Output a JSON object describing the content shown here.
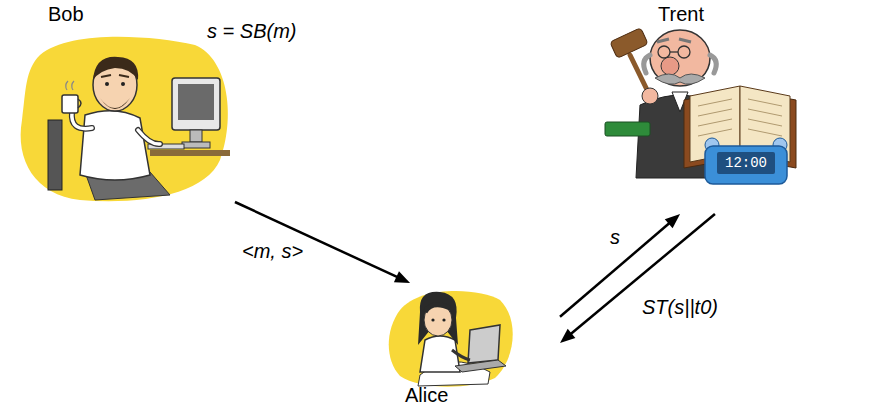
{
  "diagram": {
    "nodes": [
      {
        "text": [
          "Bob"
        ]
      },
      {
        "text": [
          "Trent"
        ]
      },
      {
        "text": [
          "Alice"
        ]
      }
    ],
    "edges": [
      {
        "from": 0,
        "to": 2,
        "arrow": "to",
        "label": "<m, s>"
      },
      {
        "from": 2,
        "to": 1,
        "arrow": "to",
        "label": "s"
      },
      {
        "from": 1,
        "to": 2,
        "arrow": "to",
        "label": "ST(s||t0)"
      }
    ],
    "labels": [
      "s = SB(m)",
      "12:00"
    ]
  }
}
